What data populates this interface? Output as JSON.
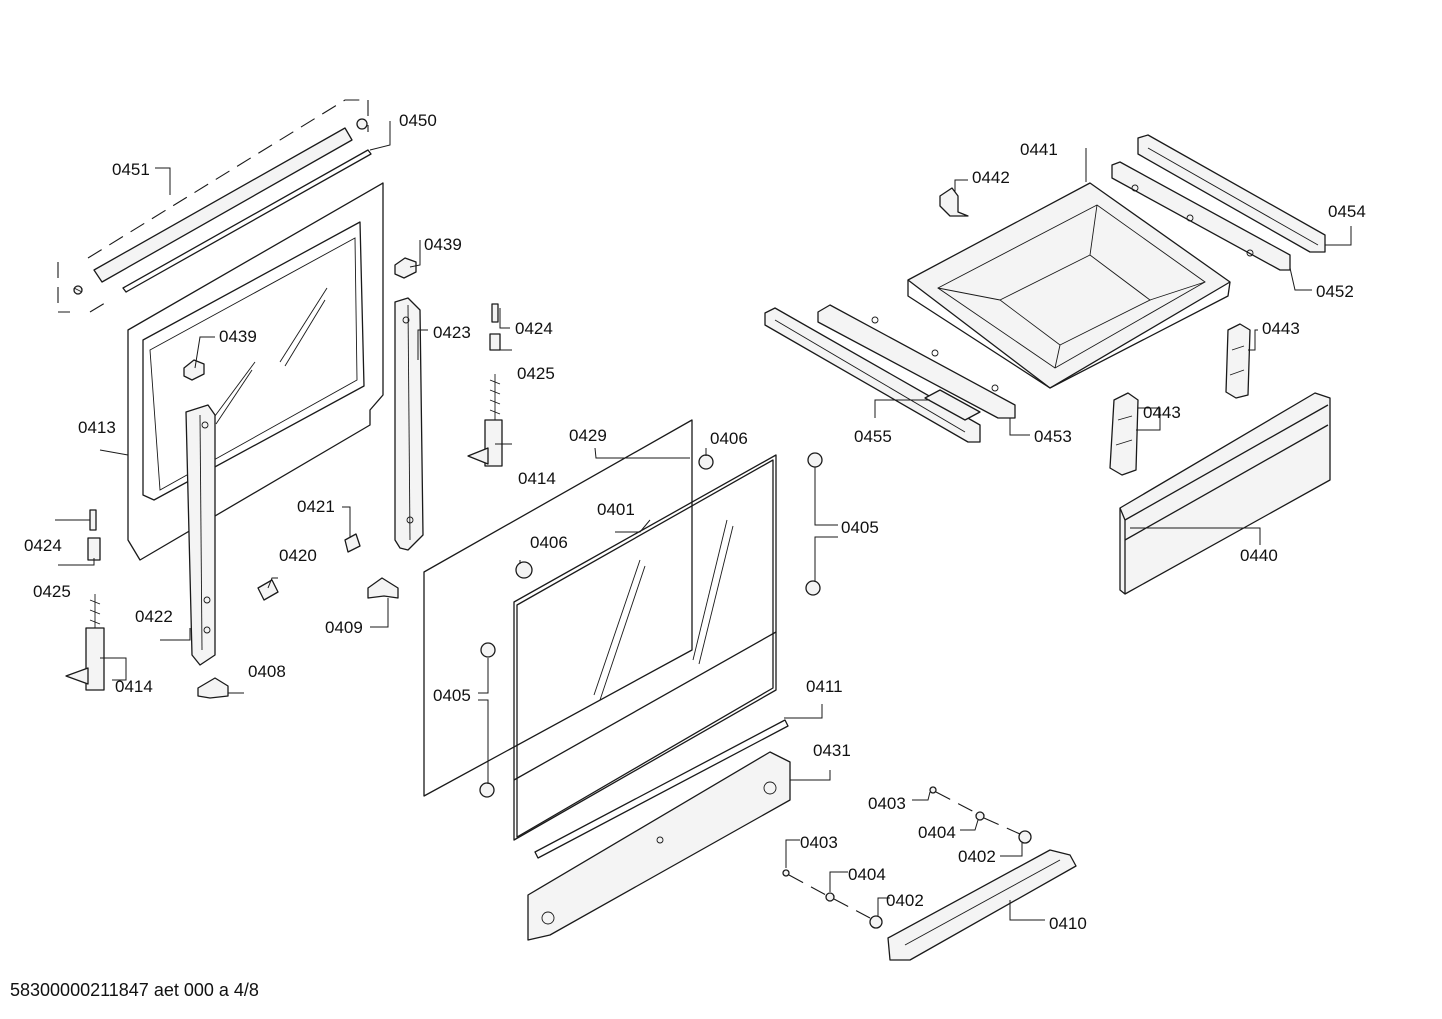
{
  "footer": {
    "document_ref": "58300000211847 aet 000 a 4/8"
  },
  "labels": {
    "l0450": "0450",
    "l0451": "0451",
    "l0439a": "0439",
    "l0439b": "0439",
    "l0423": "0423",
    "l0424a": "0424",
    "l0425a": "0425",
    "l0413": "0413",
    "l0414a": "0414",
    "l0429": "0429",
    "l0406a": "0406",
    "l0401": "0401",
    "l0421": "0421",
    "l0405a": "0405",
    "l0424b": "0424",
    "l0406b": "0406",
    "l0420": "0420",
    "l0425b": "0425",
    "l0422": "0422",
    "l0409": "0409",
    "l0414b": "0414",
    "l0408": "0408",
    "l0405b": "0405",
    "l0411": "0411",
    "l0431": "0431",
    "l0441": "0441",
    "l0442": "0442",
    "l0454": "0454",
    "l0452": "0452",
    "l0443a": "0443",
    "l0455": "0455",
    "l0453": "0453",
    "l0443b": "0443",
    "l0440": "0440",
    "l0403a": "0403",
    "l0404a": "0404",
    "l0402a": "0402",
    "l0403b": "0403",
    "l0404b": "0404",
    "l0402b": "0402",
    "l0410": "0410"
  }
}
